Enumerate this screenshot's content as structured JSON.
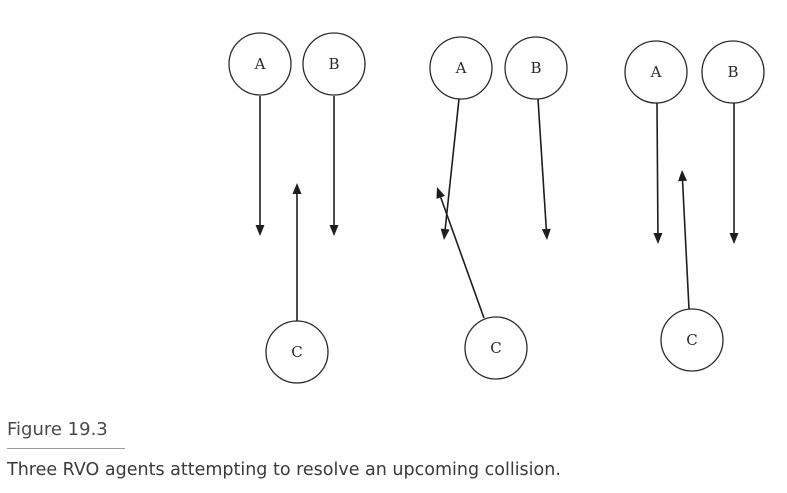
{
  "figure": {
    "number": "Figure 19.3",
    "caption": "Three RVO agents attempting to resolve an upcoming collision."
  },
  "panels": [
    {
      "agents": [
        "A",
        "B",
        "C"
      ]
    },
    {
      "agents": [
        "A",
        "B",
        "C"
      ]
    },
    {
      "agents": [
        "A",
        "B",
        "C"
      ]
    }
  ]
}
